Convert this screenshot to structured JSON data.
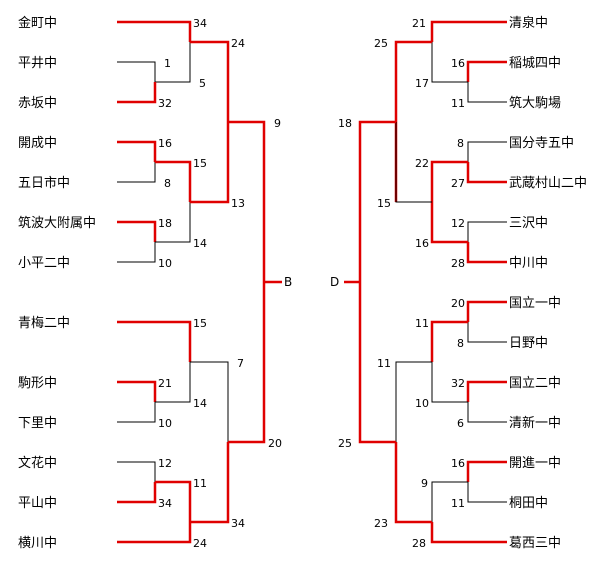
{
  "colors": {
    "win": "#e00000",
    "line": "#000000"
  },
  "final_labels": {
    "left": "B",
    "right": "D"
  },
  "left_bracket": {
    "teams": [
      "金町中",
      "平井中",
      "赤坂中",
      "開成中",
      "五日市中",
      "筑波大附属中",
      "小平二中",
      "青梅二中",
      "駒形中",
      "下里中",
      "文花中",
      "平山中",
      "横川中"
    ],
    "r1": [
      {
        "top": "1",
        "bottom": "32"
      },
      {
        "top": "16",
        "bottom": "8"
      },
      {
        "top": "18",
        "bottom": "10"
      },
      {
        "top": "21",
        "bottom": "10"
      },
      {
        "top": "12",
        "bottom": "34"
      }
    ],
    "r2": [
      {
        "top": "34",
        "bottom": "5"
      },
      {
        "top": "15",
        "bottom": "14"
      },
      {
        "top": "15",
        "bottom": "14"
      },
      {
        "top": "11",
        "bottom": "24"
      }
    ],
    "r3": [
      {
        "top": "24",
        "bottom": "13"
      },
      {
        "top": "7",
        "bottom": "34"
      }
    ],
    "r4": {
      "top": "9",
      "bottom": "20"
    }
  },
  "right_bracket": {
    "teams": [
      "清泉中",
      "稲城四中",
      "筑大駒場",
      "国分寺五中",
      "武蔵村山二中",
      "三沢中",
      "中川中",
      "国立一中",
      "日野中",
      "国立二中",
      "清新一中",
      "開進一中",
      "桐田中",
      "葛西三中"
    ],
    "r1": [
      {
        "top": "16",
        "bottom": "11"
      },
      {
        "top": "8",
        "bottom": "27"
      },
      {
        "top": "12",
        "bottom": "28"
      },
      {
        "top": "20",
        "bottom": "8"
      },
      {
        "top": "32",
        "bottom": "6"
      },
      {
        "top": "16",
        "bottom": "11"
      }
    ],
    "r2": [
      {
        "top": "21",
        "bottom": "17"
      },
      {
        "top": "22",
        "bottom": "16"
      },
      {
        "top": "11",
        "bottom": "10"
      },
      {
        "top": "9",
        "bottom": "28"
      }
    ],
    "r3": [
      {
        "top": "25",
        "bottom": "15"
      },
      {
        "top": "11",
        "bottom": "23"
      }
    ],
    "r4": {
      "top": "18",
      "bottom": "25"
    }
  }
}
